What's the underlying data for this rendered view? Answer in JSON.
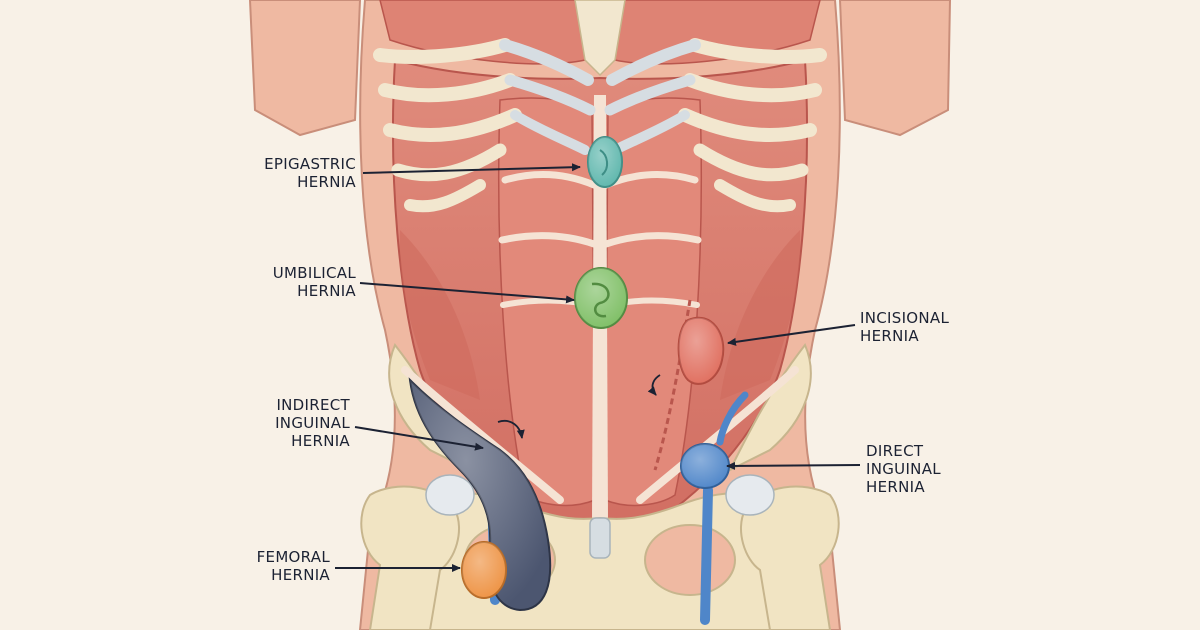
{
  "labels": {
    "epigastric": [
      "EPIGASTRIC",
      "HERNIA"
    ],
    "umbilical": [
      "UMBILICAL",
      "HERNIA"
    ],
    "incisional": [
      "INCISIONAL",
      "HERNIA"
    ],
    "indirect_inguinal": [
      "INDIRECT",
      "INGUINAL",
      "HERNIA"
    ],
    "direct_inguinal": [
      "DIRECT",
      "INGUINAL",
      "HERNIA"
    ],
    "femoral": [
      "FEMORAL",
      "HERNIA"
    ]
  },
  "colors": {
    "background": "#f8f1e7",
    "skin": "#efb9a2",
    "muscle": "#d9796b",
    "muscle_dark": "#b9564d",
    "fascia": "#f5e3d4",
    "rib": "#f2e7cf",
    "cartilage": "#d6dde2",
    "bone": "#f1e4c3",
    "epigastric": "#5fb7ad",
    "umbilical": "#7fbf66",
    "incisional": "#e06e5e",
    "indirect_inguinal": "#4c5670",
    "direct_inguinal": "#4f86c9",
    "femoral": "#ee9344",
    "leader": "#1c2233"
  }
}
